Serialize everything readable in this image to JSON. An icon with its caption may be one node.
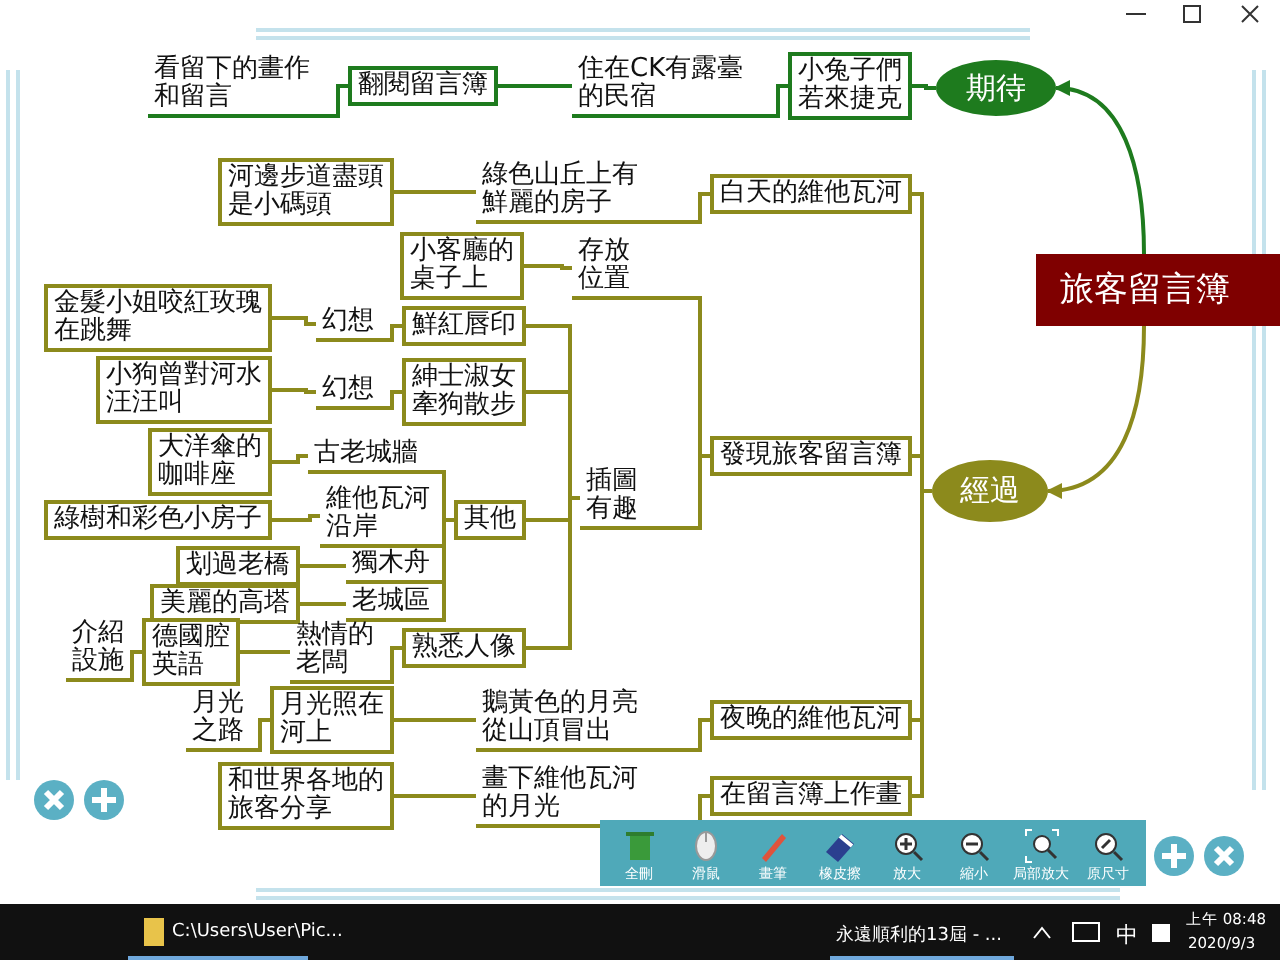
{
  "diagram": {
    "nodes": [
      {
        "text": [
          "旅客留言簿"
        ]
      },
      {
        "text": [
          "期待"
        ]
      },
      {
        "text": [
          "小兔子們若來捷克"
        ]
      },
      {
        "text": [
          "住在CK有露臺的民宿"
        ]
      },
      {
        "text": [
          "翻閱留言簿"
        ]
      },
      {
        "text": [
          "看留下的畫作和留言"
        ]
      },
      {
        "text": [
          "經過"
        ]
      },
      {
        "text": [
          "白天的維他瓦河"
        ]
      },
      {
        "text": [
          "綠色山丘上有鮮麗的房子"
        ]
      },
      {
        "text": [
          "河邊步道盡頭是小碼頭"
        ]
      },
      {
        "text": [
          "發現旅客留言簿"
        ]
      },
      {
        "text": [
          "存放位置"
        ]
      },
      {
        "text": [
          "小客廳的桌子上"
        ]
      },
      {
        "text": [
          "插圖有趣"
        ]
      },
      {
        "text": [
          "鮮紅唇印"
        ]
      },
      {
        "text": [
          "幻想"
        ]
      },
      {
        "text": [
          "金髮小姐咬紅玫瑰在跳舞"
        ]
      },
      {
        "text": [
          "紳士淑女牽狗散步"
        ]
      },
      {
        "text": [
          "幻想"
        ]
      },
      {
        "text": [
          "小狗曾對河水汪汪叫"
        ]
      },
      {
        "text": [
          "其他"
        ]
      },
      {
        "text": [
          "古老城牆"
        ]
      },
      {
        "text": [
          "大洋傘的咖啡座"
        ]
      },
      {
        "text": [
          "維他瓦河沿岸"
        ]
      },
      {
        "text": [
          "綠樹和彩色小房子"
        ]
      },
      {
        "text": [
          "獨木舟"
        ]
      },
      {
        "text": [
          "划過老橋"
        ]
      },
      {
        "text": [
          "老城區"
        ]
      },
      {
        "text": [
          "美麗的高塔"
        ]
      },
      {
        "text": [
          "熟悉人像"
        ]
      },
      {
        "text": [
          "熱情的老闆"
        ]
      },
      {
        "text": [
          "德國腔英語"
        ]
      },
      {
        "text": [
          "介紹設施"
        ]
      },
      {
        "text": [
          "夜晚的維他瓦河"
        ]
      },
      {
        "text": [
          "鵝黃色的月亮從山頂冒出"
        ]
      },
      {
        "text": [
          "月光照在河上"
        ]
      },
      {
        "text": [
          "月光之路"
        ]
      },
      {
        "text": [
          "在留言簿上作畫"
        ]
      },
      {
        "text": [
          "畫下維他瓦河的月光"
        ]
      },
      {
        "text": [
          "和世界各地的旅客分享"
        ]
      }
    ],
    "edges": [
      {
        "from": 0,
        "to": 1,
        "arrow": "to",
        "color": "#1e7b1e"
      },
      {
        "from": 0,
        "to": 6,
        "arrow": "to"
      },
      {
        "from": 1,
        "to": 2,
        "arrow": "none",
        "color": "#1e7b1e"
      },
      {
        "from": 2,
        "to": 3,
        "arrow": "none",
        "color": "#1e7b1e"
      },
      {
        "from": 3,
        "to": 4,
        "arrow": "none",
        "color": "#1e7b1e"
      },
      {
        "from": 4,
        "to": 5,
        "arrow": "none",
        "color": "#1e7b1e"
      },
      {
        "from": 6,
        "to": 7,
        "arrow": "none"
      },
      {
        "from": 6,
        "to": 10,
        "arrow": "none"
      },
      {
        "from": 6,
        "to": 33,
        "arrow": "none"
      },
      {
        "from": 6,
        "to": 37,
        "arrow": "none"
      },
      {
        "from": 7,
        "to": 8,
        "arrow": "none"
      },
      {
        "from": 8,
        "to": 9,
        "arrow": "none"
      },
      {
        "from": 10,
        "to": 11,
        "arrow": "none"
      },
      {
        "from": 10,
        "to": 13,
        "arrow": "none"
      },
      {
        "from": 11,
        "to": 12,
        "arrow": "none"
      },
      {
        "from": 13,
        "to": 14,
        "arrow": "none"
      },
      {
        "from": 13,
        "to": 17,
        "arrow": "none"
      },
      {
        "from": 13,
        "to": 20,
        "arrow": "none"
      },
      {
        "from": 13,
        "to": 29,
        "arrow": "none"
      },
      {
        "from": 14,
        "to": 15,
        "arrow": "none"
      },
      {
        "from": 15,
        "to": 16,
        "arrow": "none"
      },
      {
        "from": 17,
        "to": 18,
        "arrow": "none"
      },
      {
        "from": 18,
        "to": 19,
        "arrow": "none"
      },
      {
        "from": 20,
        "to": 21,
        "arrow": "none"
      },
      {
        "from": 20,
        "to": 23,
        "arrow": "none"
      },
      {
        "from": 20,
        "to": 25,
        "arrow": "none"
      },
      {
        "from": 20,
        "to": 27,
        "arrow": "none"
      },
      {
        "from": 21,
        "to": 22,
        "arrow": "none"
      },
      {
        "from": 23,
        "to": 24,
        "arrow": "none"
      },
      {
        "from": 25,
        "to": 26,
        "arrow": "none"
      },
      {
        "from": 27,
        "to": 28,
        "arrow": "none"
      },
      {
        "from": 29,
        "to": 30,
        "arrow": "none"
      },
      {
        "from": 30,
        "to": 31,
        "arrow": "none"
      },
      {
        "from": 31,
        "to": 32,
        "arrow": "none"
      },
      {
        "from": 33,
        "to": 34,
        "arrow": "none"
      },
      {
        "from": 34,
        "to": 35,
        "arrow": "none"
      },
      {
        "from": 35,
        "to": 36,
        "arrow": "none"
      },
      {
        "from": 37,
        "to": 38,
        "arrow": "none"
      },
      {
        "from": 38,
        "to": 39,
        "arrow": "none"
      }
    ],
    "labels": [
      "全刪",
      "滑鼠",
      "畫筆",
      "橡皮擦",
      "放大",
      "縮小",
      "局部放大",
      "原尺寸",
      "C:\\Users\\User\\Pic...",
      "永遠順利的13屆 - ...",
      "中",
      "上午 08:48",
      "2020/9/3"
    ]
  }
}
